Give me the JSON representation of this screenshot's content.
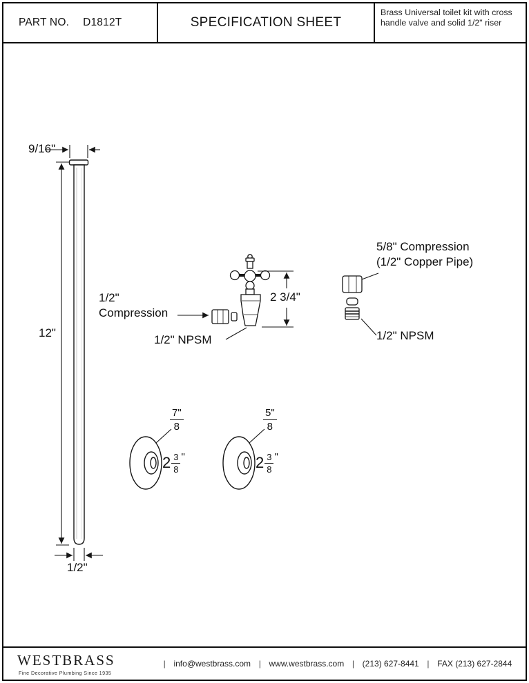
{
  "header": {
    "part_label": "PART NO.",
    "part_no": "D1812T",
    "title": "SPECIFICATION SHEET",
    "description": "Brass Universal toilet kit with cross handle valve and solid 1/2\" riser"
  },
  "diagram": {
    "riser_top_dim": "9/16\"",
    "riser_length_dim": "12\"",
    "riser_bottom_dim": "1/2\"",
    "valve_compression_line1": "1/2\"",
    "valve_compression_line2": "Compression",
    "valve_npsm_label": "1/2\" NPSM",
    "valve_height_dim": "2 3/4\"",
    "fitting_compression_line1": "5/8\" Compression",
    "fitting_compression_line2": "(1/2\" Copper Pipe)",
    "fitting_npsm_label": "1/2\" NPSM",
    "flange1": {
      "hole_num": "7",
      "hole_den": "8",
      "hole_unit": "\"",
      "od_whole": "2",
      "od_num": "3",
      "od_den": "8",
      "od_unit": "\""
    },
    "flange2": {
      "hole_num": "5",
      "hole_den": "8",
      "hole_unit": "\"",
      "od_whole": "2",
      "od_num": "3",
      "od_den": "8",
      "od_unit": "\""
    }
  },
  "footer": {
    "brand": "WESTBRASS",
    "tagline": "Fine Decorative Plumbing Since 1935",
    "separator": "|",
    "email": "info@westbrass.com",
    "website": "www.westbrass.com",
    "phone": "(213) 627-8441",
    "fax": "FAX (213) 627-2844"
  }
}
